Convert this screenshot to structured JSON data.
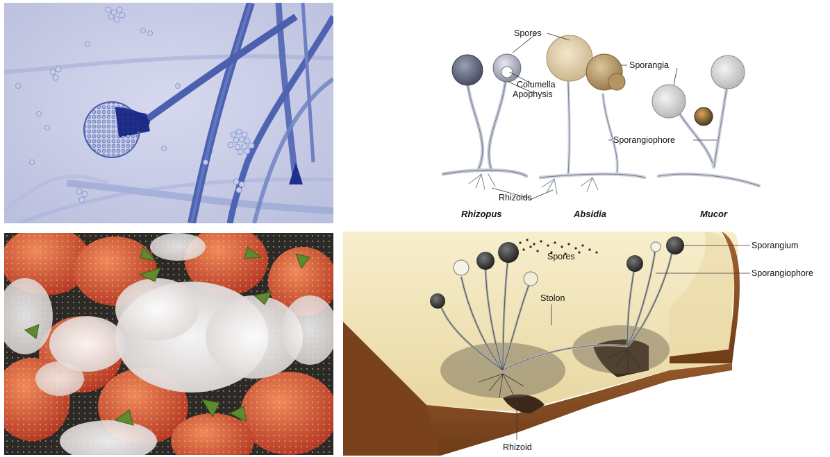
{
  "panels": {
    "micrograph": {},
    "genera_diagram": {
      "labels": {
        "spores": "Spores",
        "columella": "Columella",
        "apophysis": "Apophysis",
        "sporangia": "Sporangia",
        "sporangiophore": "Sporangiophore",
        "rhizoids": "Rhizoids"
      },
      "genera": [
        "Rhizopus",
        "Absidia",
        "Mucor"
      ]
    },
    "moldy_strawberries": {},
    "bread_mold": {
      "labels": {
        "spores": "Spores",
        "sporangium": "Sporangium",
        "sporangiophore": "Sporangiophore",
        "stolon": "Stolon",
        "rhizoid": "Rhizoid"
      }
    }
  },
  "colors": {
    "micrograph_bg": "#c9cde6",
    "hypha_blue": "#4c62b0",
    "bread_crust": "#8a4e22",
    "bread_crumb": "#efe3b5",
    "sporangium_dark": "#3a3a3a",
    "strawberry_red": "#c8432a",
    "mold_white": "#f2efee"
  }
}
